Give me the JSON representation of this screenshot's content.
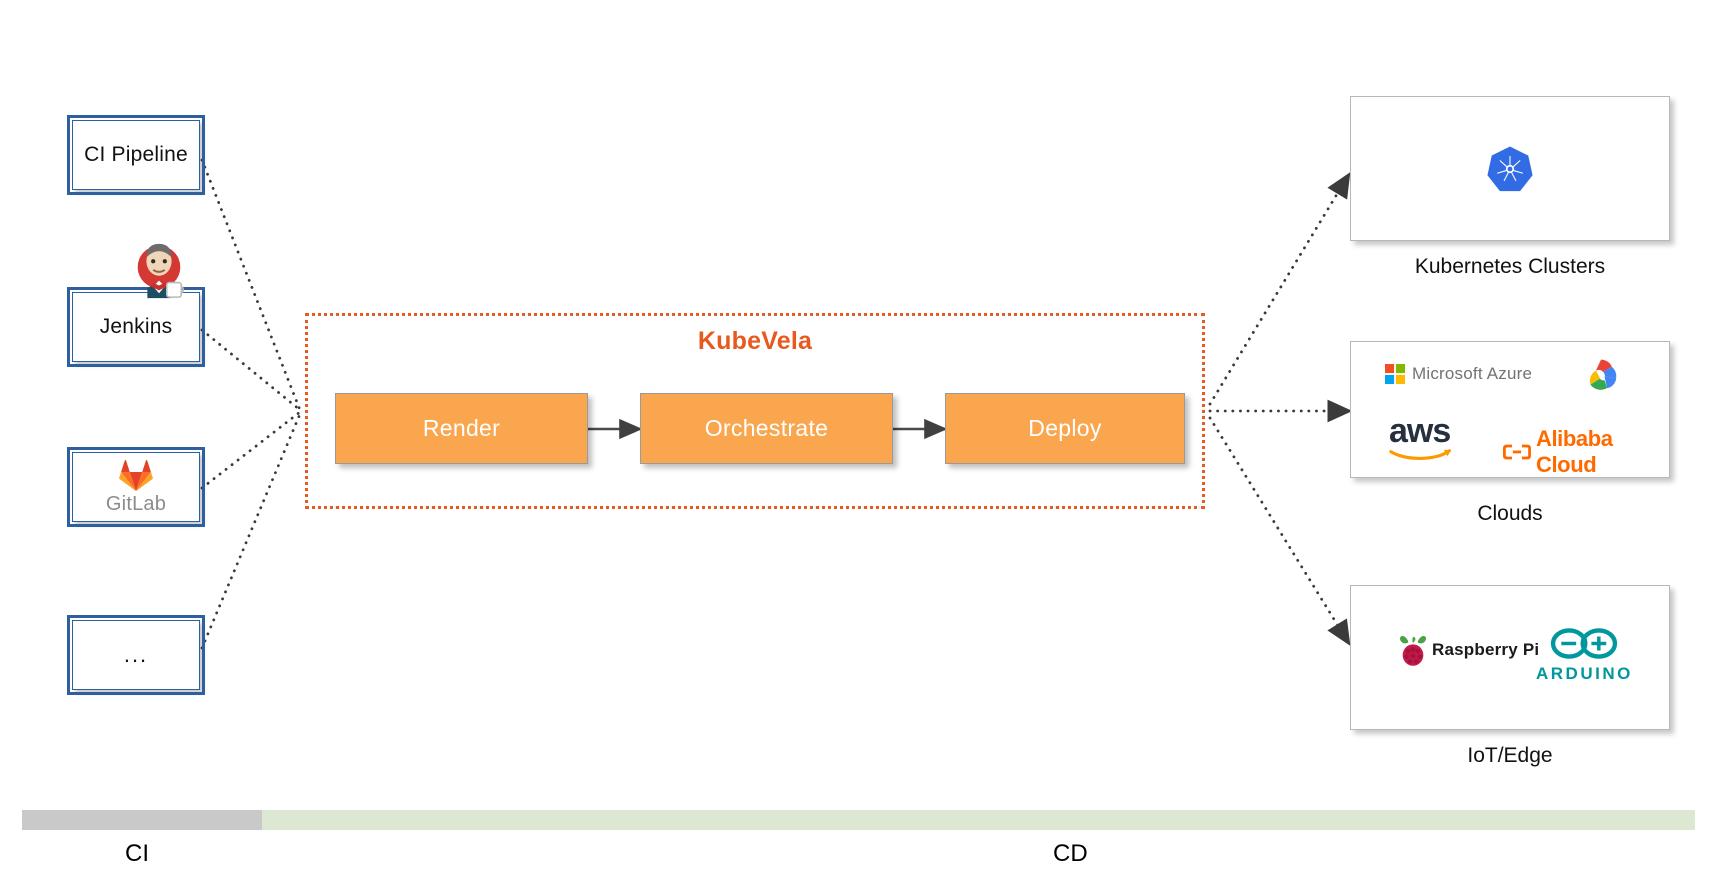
{
  "diagram": {
    "title": "KubeVela CI/CD pipeline overview",
    "accent_orange": "#E8591F",
    "stage_fill": "#F9A64F",
    "source_border": "#2e5f9e",
    "bar_ci_color": "#C9C9C9",
    "bar_cd_color": "#DCE8D2"
  },
  "sources": [
    {
      "label": "CI Pipeline",
      "icon": "none"
    },
    {
      "label": "Jenkins",
      "icon": "jenkins-butler-icon"
    },
    {
      "label": "GitLab",
      "icon": "gitlab-fox-icon"
    },
    {
      "label": "...",
      "icon": "none"
    }
  ],
  "kubevela": {
    "title": "KubeVela",
    "stages": [
      {
        "label": "Render"
      },
      {
        "label": "Orchestrate"
      },
      {
        "label": "Deploy"
      }
    ]
  },
  "targets": [
    {
      "caption": "Kubernetes Clusters",
      "logos": [
        {
          "name": "kubernetes-logo",
          "text": ""
        }
      ]
    },
    {
      "caption": "Clouds",
      "logos": [
        {
          "name": "microsoft-azure-logo",
          "text": "Microsoft Azure"
        },
        {
          "name": "google-cloud-logo",
          "text": ""
        },
        {
          "name": "aws-logo",
          "text": "aws"
        },
        {
          "name": "alibaba-cloud-logo",
          "text": "Alibaba Cloud"
        }
      ]
    },
    {
      "caption": "IoT/Edge",
      "logos": [
        {
          "name": "raspberry-pi-logo",
          "text": "Raspberry Pi"
        },
        {
          "name": "arduino-logo",
          "text": "ARDUINO"
        }
      ]
    }
  ],
  "phase_bar": {
    "ci_label": "CI",
    "cd_label": "CD"
  }
}
